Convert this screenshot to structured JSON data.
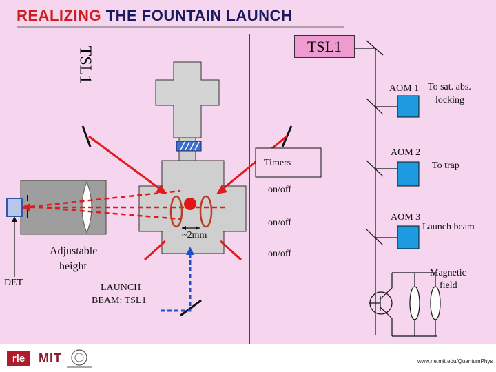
{
  "title": {
    "part1": "REALIZING",
    "part2": "THE FOUNTAIN LAUNCH"
  },
  "labels": {
    "tsl1_box": "TSL1",
    "tsl1_vertical": "TSL1",
    "aom1": "AOM 1",
    "aom1_target_line1": "To sat. abs.",
    "aom1_target_line2": "locking",
    "aom2": "AOM 2",
    "aom2_target": "To trap",
    "aom3": "AOM 3",
    "aom3_target": "Launch beam",
    "timers": "Timers",
    "onoff1": "on/off",
    "onoff2": "on/off",
    "onoff3": "on/off",
    "gap": "~2mm",
    "adjustable_line1": "Adjustable",
    "adjustable_line2": "height",
    "det": "DET",
    "launch_line1": "LAUNCH",
    "launch_line2": "BEAM: TSL1",
    "magnetic_line1": "Magnetic",
    "magnetic_line2": "field"
  },
  "footer": {
    "logo1": "rle",
    "logo2": "MIT",
    "url": "www.rle.mit.edu/QuantumPhys"
  },
  "colors": {
    "background": "#f6d6ee",
    "laser": "#e01b1b",
    "aom": "#1e9be0",
    "chamber": "#c8c8c8",
    "box": "#ef9ad0"
  }
}
